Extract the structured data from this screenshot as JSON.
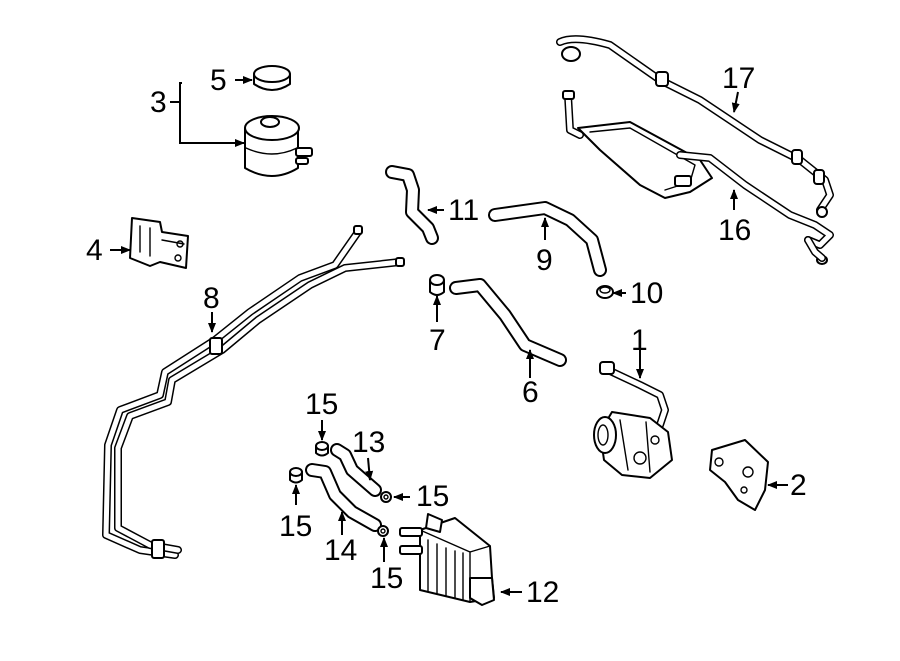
{
  "callouts": {
    "c1": "1",
    "c2": "2",
    "c3": "3",
    "c4": "4",
    "c5": "5",
    "c6": "6",
    "c7": "7",
    "c8": "8",
    "c9": "9",
    "c10": "10",
    "c11": "11",
    "c12": "12",
    "c13": "13",
    "c14": "14",
    "c15a": "15",
    "c15b": "15",
    "c15c": "15",
    "c15d": "15",
    "c16": "16",
    "c17": "17"
  },
  "colors": {
    "line": "#000000",
    "background": "#ffffff"
  }
}
